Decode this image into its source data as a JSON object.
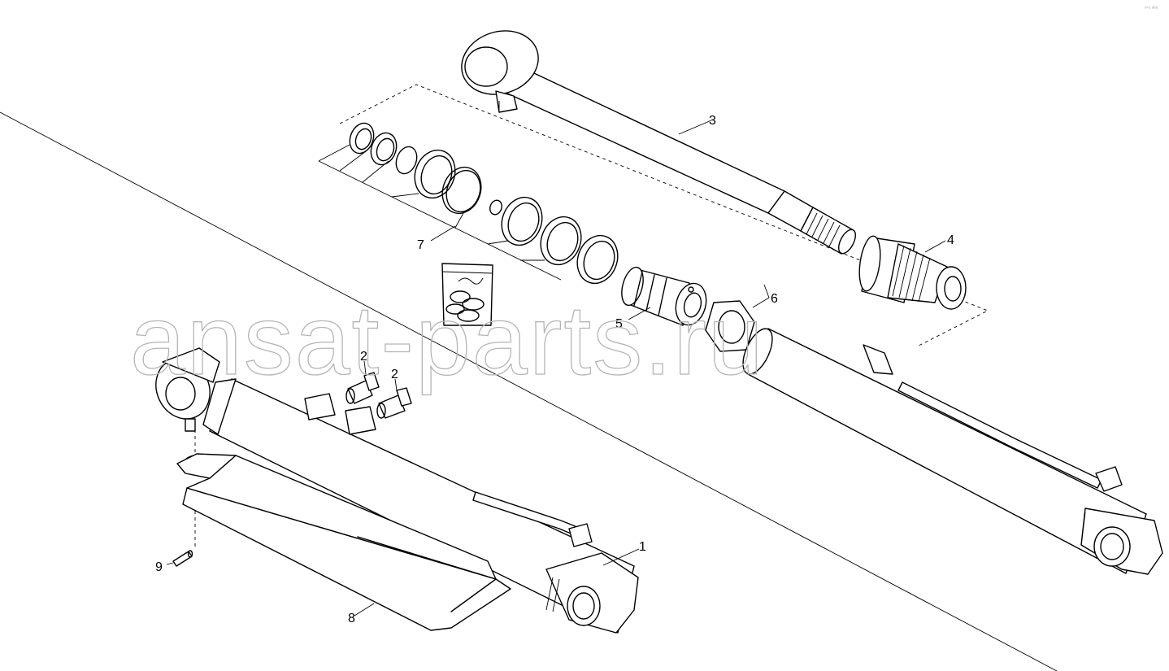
{
  "watermark": "ansat-parts.ru",
  "corner_mark": "ᵒ°ᵒ ⁸⁸⁸",
  "callouts": [
    {
      "id": "rod-label",
      "label": "3"
    },
    {
      "id": "gland-label",
      "label": "4"
    },
    {
      "id": "piston-label",
      "label": "5"
    },
    {
      "id": "nut-label",
      "label": "6"
    },
    {
      "id": "seal-kit-label",
      "label": "7"
    },
    {
      "id": "fitting-a-label",
      "label": "2"
    },
    {
      "id": "fitting-b-label",
      "label": "2"
    },
    {
      "id": "cylinder-label",
      "label": "1"
    },
    {
      "id": "pin-label",
      "label": "9"
    },
    {
      "id": "plate-label",
      "label": "8"
    }
  ],
  "colors": {
    "line": "#000000",
    "watermark": "#b5b5b5",
    "background": "#ffffff"
  }
}
